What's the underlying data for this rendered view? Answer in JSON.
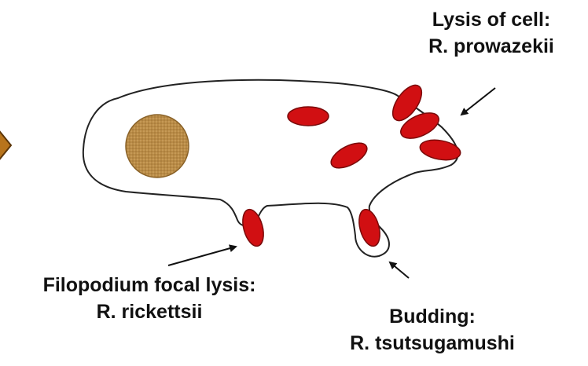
{
  "colors": {
    "cell_outline": "#222222",
    "rickettsia": "#d10f12",
    "nucleus": "#b98b46",
    "arrow_head_fill": "#b8741c"
  },
  "icons": {
    "left_arrow": "diamond-arrow-icon"
  },
  "labels": {
    "lysis": {
      "title": "Lysis of cell:",
      "species": "R. prowazekii"
    },
    "filopodium": {
      "title": "Filopodium focal lysis:",
      "species": "R. rickettsii"
    },
    "budding": {
      "title": "Budding:",
      "species": "R. tsutsugamushi"
    }
  }
}
